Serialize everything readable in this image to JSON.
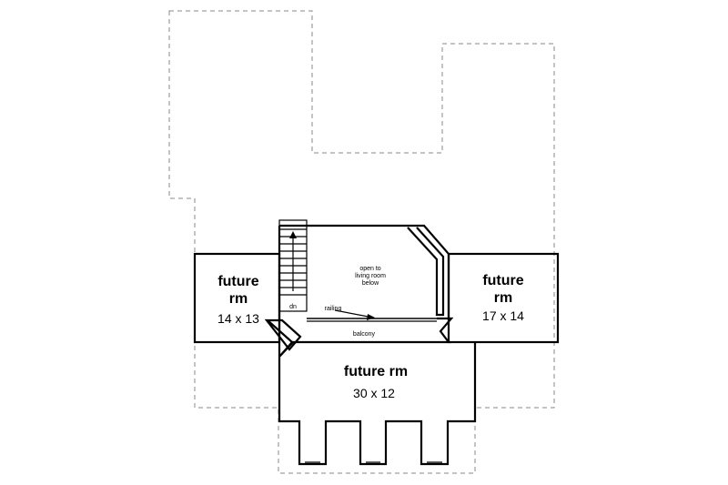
{
  "rooms": {
    "left": {
      "name_line1": "future",
      "name_line2": "rm",
      "dims": "14 x 13"
    },
    "right": {
      "name_line1": "future",
      "name_line2": "rm",
      "dims": "17 x 14"
    },
    "bottom": {
      "name": "future rm",
      "dims": "30 x 12"
    }
  },
  "notes": {
    "open_line1": "open to",
    "open_line2": "living room",
    "open_line3": "below",
    "stair": "dn",
    "railing": "railing",
    "balcony": "balcony"
  }
}
